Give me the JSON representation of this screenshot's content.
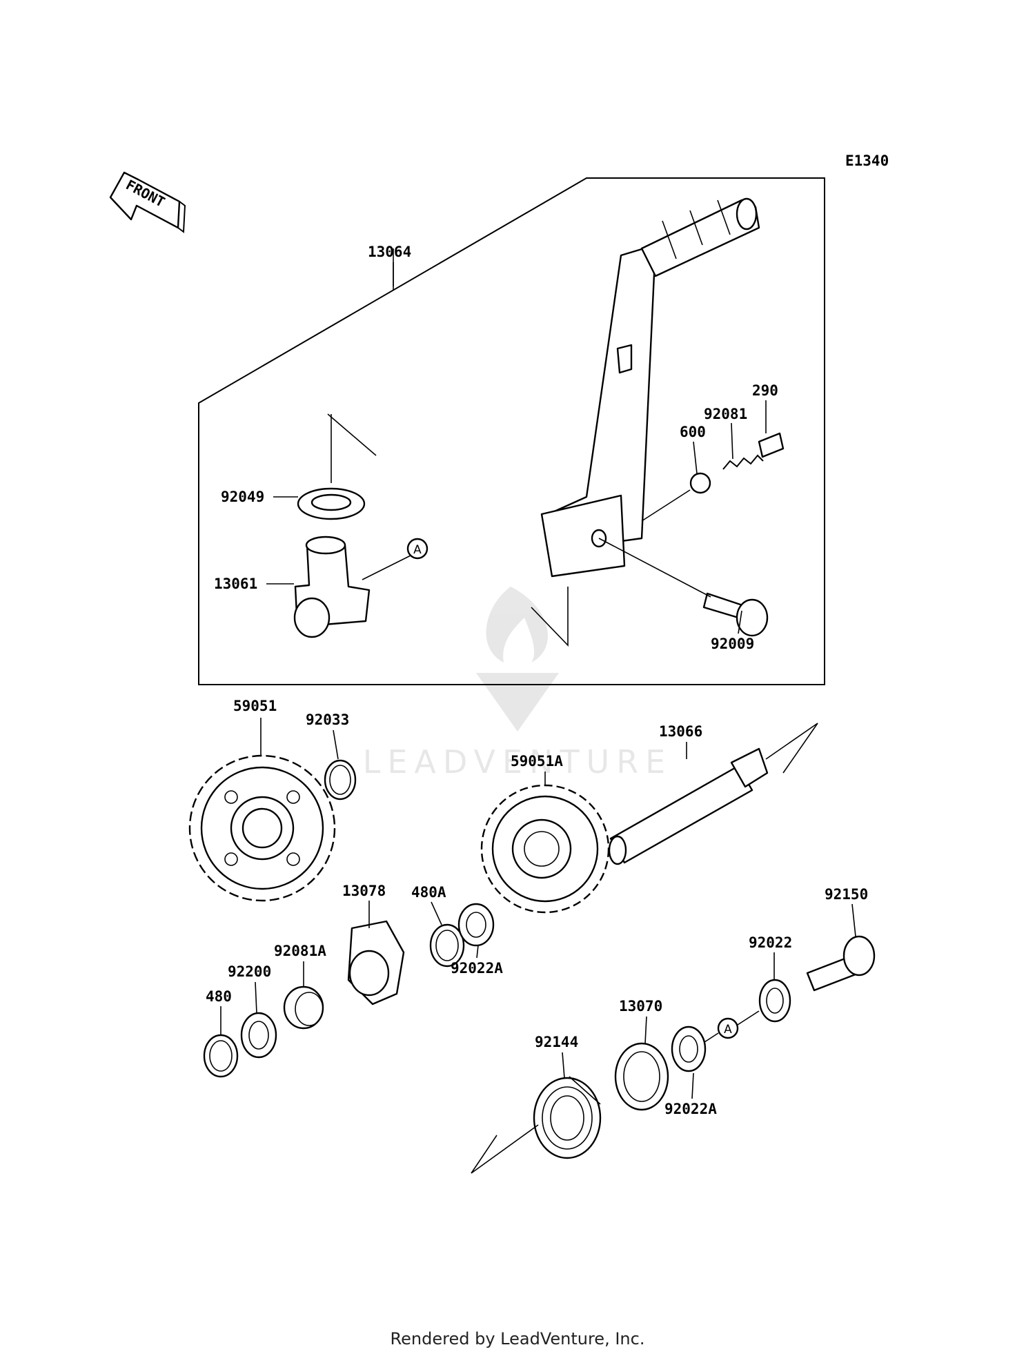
{
  "diagram": {
    "code": "E1340",
    "front_label": "FRONT",
    "watermark": "LEADVENTURE",
    "callout_a": "A",
    "parts": [
      {
        "id": "13064"
      },
      {
        "id": "290"
      },
      {
        "id": "92081"
      },
      {
        "id": "600"
      },
      {
        "id": "92049"
      },
      {
        "id": "13061"
      },
      {
        "id": "92009"
      },
      {
        "id": "59051"
      },
      {
        "id": "92033"
      },
      {
        "id": "13066"
      },
      {
        "id": "59051A"
      },
      {
        "id": "13078"
      },
      {
        "id": "480A"
      },
      {
        "id": "92022A"
      },
      {
        "id": "92150"
      },
      {
        "id": "92022"
      },
      {
        "id": "92081A"
      },
      {
        "id": "92200"
      },
      {
        "id": "480"
      },
      {
        "id": "13070"
      },
      {
        "id": "92144"
      },
      {
        "id": "92022A"
      }
    ]
  },
  "footer": {
    "text": "Rendered by LeadVenture, Inc."
  }
}
